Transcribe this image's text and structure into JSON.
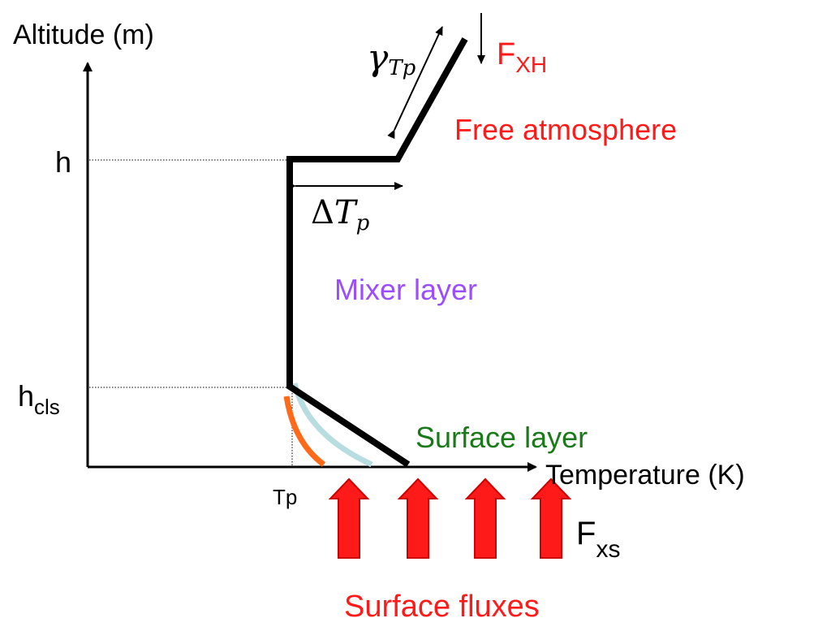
{
  "labels": {
    "y_axis": "Altitude (m)",
    "x_axis": "Temperature (K)",
    "h": "h",
    "hcls_main": "h",
    "hcls_sub": "cls",
    "tp": "Tp",
    "gamma_symbol": "γ",
    "gamma_sub": "Tp",
    "delta_symbol": "Δ",
    "delta_T": "T",
    "delta_sub": "p",
    "fxh_main": "F",
    "fxh_sub": "XH",
    "fxs_main": "F",
    "fxs_sub": "xs",
    "free_atmosphere": "Free atmosphere",
    "mixer_layer": "Mixer layer",
    "surface_layer": "Surface layer",
    "surface_fluxes": "Surface fluxes"
  },
  "colors": {
    "axis": "#000000",
    "profile": "#000000",
    "free_atmosphere": "#ff1a1a",
    "mixer_layer": "#9b4dff",
    "surface_layer": "#1a7a1a",
    "surface_fluxes": "#ff1a1a",
    "flux_arrow_fill": "#ff1a1a",
    "flux_arrow_edge": "#cc0000",
    "curve_orange": "#ff6a1a",
    "curve_lightblue": "#b7dde0"
  },
  "flux_arrow_count": 4
}
